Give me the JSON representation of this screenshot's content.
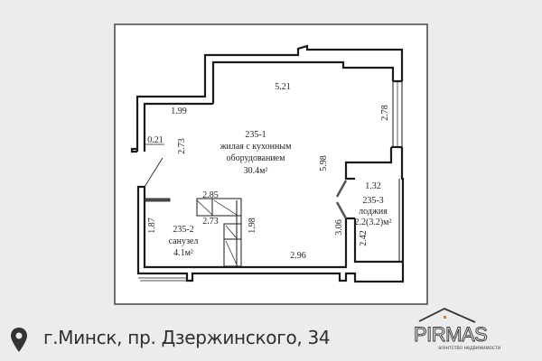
{
  "plan": {
    "rooms": [
      {
        "id": "235-1",
        "name_line1": "жилая с  кухонным",
        "name_line2": "оборудованием",
        "area": "30.4м²"
      },
      {
        "id": "235-2",
        "name": "санузел",
        "area": "4.1м²"
      },
      {
        "id": "235-3",
        "name": "лоджия",
        "area": "2.2(3.2)м²"
      }
    ],
    "dimensions": {
      "top": "5.21",
      "left_upper": "1.99",
      "right_window": "2.78",
      "stub": "0.21",
      "left_mid": "2.73",
      "center": "5.98",
      "loggia_top": "1.32",
      "door": "3.06",
      "loggia_side": "2.42",
      "kitchen_top": "2.85",
      "kitchen_bottom": "2.73",
      "kitchen_side": "1.98",
      "bath_side": "1.87",
      "bottom": "2.96"
    }
  },
  "footer": {
    "address": "г.Минск, пр. Дзержинского, 34",
    "icon": "map-pin-icon",
    "logo_text": "PIRMAS",
    "logo_tagline": "агентство недвижимости",
    "logo_accent": "#e07b2a"
  }
}
